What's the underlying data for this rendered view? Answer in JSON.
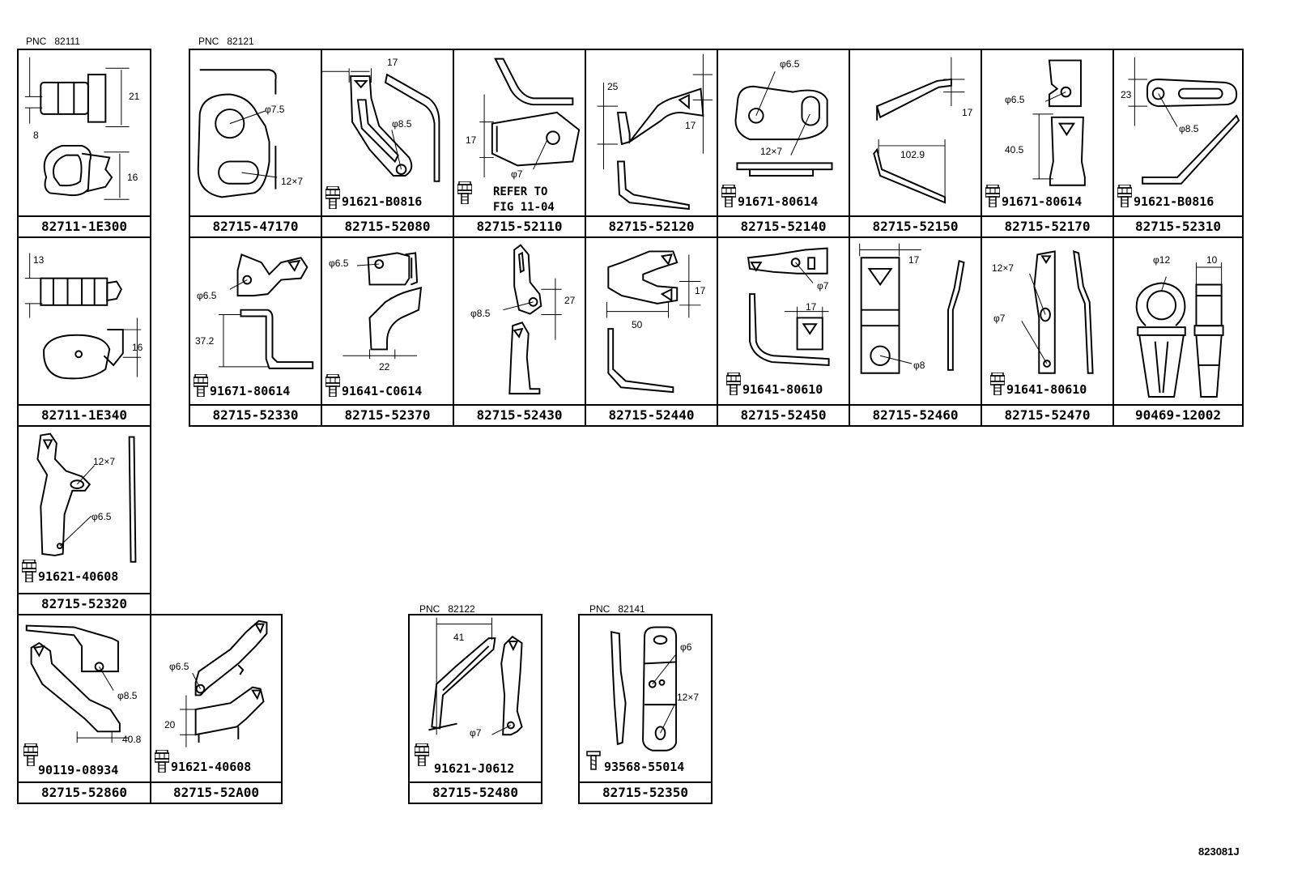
{
  "pnc_groups": [
    {
      "label": "PNC",
      "code": "82111"
    },
    {
      "label": "PNC",
      "code": "82121"
    },
    {
      "label": "PNC",
      "code": "82122"
    },
    {
      "label": "PNC",
      "code": "82141"
    }
  ],
  "parts": [
    {
      "part_number": "82711-1E300",
      "dims": [
        "21",
        "8",
        "16"
      ]
    },
    {
      "part_number": "82715-47170",
      "dims": [
        "φ7.5",
        "12×7"
      ]
    },
    {
      "part_number": "82715-52080",
      "dims": [
        "17",
        "φ8.5"
      ],
      "bolt": "91621-B0816"
    },
    {
      "part_number": "82715-52110",
      "dims": [
        "17",
        "φ7"
      ],
      "note": "REFER TO\nFIG 11-04"
    },
    {
      "part_number": "82715-52120",
      "dims": [
        "25",
        "17"
      ]
    },
    {
      "part_number": "82715-52140",
      "dims": [
        "φ6.5",
        "12×7"
      ],
      "bolt": "91671-80614"
    },
    {
      "part_number": "82715-52150",
      "dims": [
        "17",
        "102.9"
      ]
    },
    {
      "part_number": "82715-52170",
      "dims": [
        "φ6.5",
        "40.5"
      ],
      "bolt": "91671-80614"
    },
    {
      "part_number": "82715-52310",
      "dims": [
        "23",
        "φ8.5"
      ],
      "bolt": "91621-B0816"
    },
    {
      "part_number": "82711-1E340",
      "dims": [
        "13",
        "16"
      ]
    },
    {
      "part_number": "82715-52330",
      "dims": [
        "φ6.5",
        "37.2"
      ],
      "bolt": "91671-80614"
    },
    {
      "part_number": "82715-52370",
      "dims": [
        "φ6.5",
        "22"
      ],
      "bolt": "91641-C0614"
    },
    {
      "part_number": "82715-52430",
      "dims": [
        "27",
        "φ8.5"
      ]
    },
    {
      "part_number": "82715-52440",
      "dims": [
        "17",
        "50"
      ]
    },
    {
      "part_number": "82715-52450",
      "dims": [
        "φ7",
        "17"
      ],
      "bolt": "91641-80610"
    },
    {
      "part_number": "82715-52460",
      "dims": [
        "17",
        "φ8"
      ]
    },
    {
      "part_number": "82715-52470",
      "dims": [
        "12×7",
        "φ7"
      ],
      "bolt": "91641-80610"
    },
    {
      "part_number": "90469-12002",
      "dims": [
        "φ12",
        "10"
      ]
    },
    {
      "part_number": "82715-52320",
      "dims": [
        "12×7",
        "φ6.5"
      ],
      "bolt": "91621-40608"
    },
    {
      "part_number": "82715-52860",
      "dims": [
        "φ8.5",
        "40.8"
      ],
      "bolt": "90119-08934"
    },
    {
      "part_number": "82715-52A00",
      "dims": [
        "φ6.5",
        "20"
      ],
      "bolt": "91621-40608"
    },
    {
      "part_number": "82715-52480",
      "dims": [
        "41",
        "φ7"
      ],
      "bolt": "91621-J0612"
    },
    {
      "part_number": "82715-52350",
      "dims": [
        "φ6",
        "12×7"
      ],
      "bolt": "93568-55014"
    }
  ],
  "figure_code": "823081J"
}
